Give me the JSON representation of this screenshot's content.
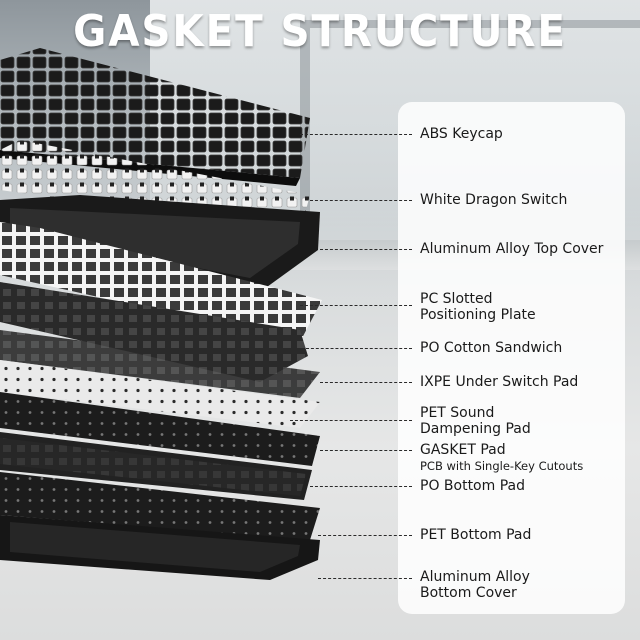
{
  "title": "GASKET STRUCTURE",
  "colors": {
    "title": "#ffffff",
    "label_text": "#1a1a1a",
    "panel": "#ffffff"
  },
  "labels": [
    {
      "line1": "ABS Keycap"
    },
    {
      "line1": "White Dragon Switch"
    },
    {
      "line1": "Aluminum Alloy Top Cover"
    },
    {
      "line1": "PC Slotted",
      "line2": "Positioning Plate"
    },
    {
      "line1": "PO Cotton Sandwich"
    },
    {
      "line1": "IXPE Under Switch Pad"
    },
    {
      "line1": "PET Sound",
      "line2": "Dampening Pad"
    },
    {
      "line1": "GASKET Pad",
      "line2": "PCB with Single-Key Cutouts"
    },
    {
      "line1": "PO Bottom Pad"
    },
    {
      "line1": "PET Bottom Pad"
    },
    {
      "line1": "Aluminum Alloy",
      "line2": "Bottom Cover"
    }
  ]
}
